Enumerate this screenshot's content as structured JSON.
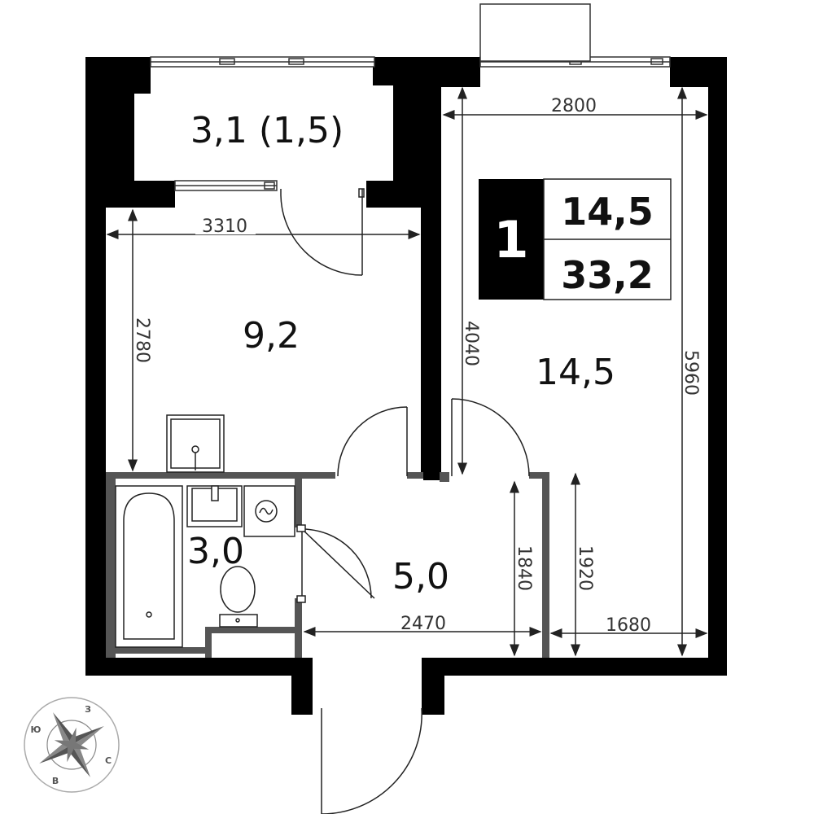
{
  "badge": {
    "rooms": "1",
    "living_area": "14,5",
    "total_area": "33,2"
  },
  "rooms": {
    "balcony": "3,1 (1,5)",
    "kitchen": "9,2",
    "living_room": "14,5",
    "bathroom": "3,0",
    "hallway": "5,0"
  },
  "dimensions": {
    "living_width": "2800",
    "kitchen_width": "3310",
    "kitchen_height": "2780",
    "living_height_upper": "4040",
    "living_height_total": "5960",
    "hall_height": "1840",
    "living_lower_height": "1920",
    "hall_width": "2470",
    "living_lower_width": "1680"
  },
  "compass": {
    "north": "З",
    "east": "С",
    "south": "В",
    "west": "Ю"
  },
  "colors": {
    "wall": "#000000",
    "partition": "#555555",
    "dimension_line": "#222222",
    "badge_bg": "#000000"
  }
}
